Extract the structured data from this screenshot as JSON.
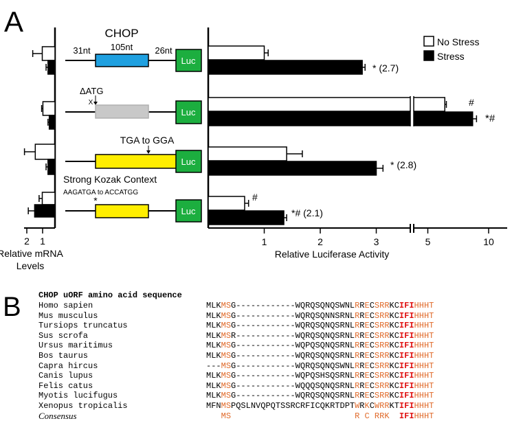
{
  "panel_a": {
    "label": "A",
    "constructs": [
      {
        "title": "CHOP",
        "len_31": "31nt",
        "len_105": "105nt",
        "len_26": "26nt",
        "reporter": "Luc"
      },
      {
        "annotation": "ΔATG",
        "mark": "X",
        "reporter": "Luc"
      },
      {
        "annotation": "TGA to GGA",
        "reporter": "Luc"
      },
      {
        "annotation": "Strong Kozak Context",
        "sub_annotation": "AAGATGA to ACCATGG",
        "star": "*",
        "reporter": "Luc"
      }
    ],
    "mrna_axis": {
      "label_line1": "Relative mRNA",
      "label_line2": "Levels",
      "ticks": [
        "2",
        "1"
      ]
    },
    "luciferase_axis": {
      "label": "Relative Luciferase Activity",
      "ticks": [
        "1",
        "2",
        "3",
        "5",
        "10"
      ]
    },
    "legend": {
      "no_stress": "No Stress",
      "stress": "Stress"
    },
    "annotations": {
      "row1_stress": "* (2.7)",
      "row2_nostress": "#",
      "row2_stress": "*#",
      "row3_stress": "* (2.8)",
      "row4_nostress": "#",
      "row4_stress": "*# (2.1)"
    },
    "colors": {
      "uorf_wt": "#1fa0e0",
      "uorf_datg": "#c8c8c8",
      "uorf_mut": "#ffee00",
      "luc": "#1cae3f",
      "accent_text": "#e06a2a",
      "accent_red": "#e01010"
    }
  },
  "chart_data": [
    {
      "type": "bar",
      "orientation": "horizontal",
      "xlabel": "Relative Luciferase Activity",
      "x_scale": "broken axis: linear 0-4 then compressed 4-10",
      "categories": [
        "CHOP",
        "ΔATG",
        "TGA to GGA",
        "Strong Kozak Context"
      ],
      "series": [
        {
          "name": "No Stress",
          "values": [
            1.0,
            6.1,
            1.4,
            0.65
          ],
          "errors": [
            0.07,
            0.1,
            0.28,
            0.07
          ]
        },
        {
          "name": "Stress",
          "values": [
            2.75,
            7.9,
            3.0,
            1.35
          ],
          "errors": [
            0.05,
            0.25,
            0.12,
            0.05
          ]
        }
      ],
      "legend": "top-right"
    },
    {
      "type": "bar",
      "orientation": "horizontal",
      "xlabel": "Relative mRNA Levels",
      "x_direction": "reversed",
      "categories": [
        "CHOP",
        "ΔATG",
        "TGA to GGA",
        "Strong Kozak Context"
      ],
      "series": [
        {
          "name": "No Stress",
          "values": [
            1.0,
            0.95,
            1.55,
            1.0
          ],
          "errors": [
            0.75,
            0.1,
            0.85,
            0.25
          ]
        },
        {
          "name": "Stress",
          "values": [
            0.55,
            0.45,
            0.55,
            1.6
          ],
          "errors": [
            0.15,
            0.1,
            0.15,
            0.5
          ]
        }
      ]
    }
  ],
  "panel_b": {
    "label": "B",
    "title": "CHOP uORF amino acid sequence",
    "rows": [
      {
        "species": "Homo sapien",
        "seq": "MLKMSG------------WQRQSQNQSWNLRRECSRRKCIFIHHHT",
        "italic": false
      },
      {
        "species": "Mus musculus",
        "seq": "MLKMSG------------WQRQSQNNSRNLRRECSRRKCIFIHHHT",
        "italic": false
      },
      {
        "species": "Tursiops truncatus",
        "seq": "MLKMSG------------WQRQSQNQSRNLRRECSRRKCIFIHHHT",
        "italic": false
      },
      {
        "species": "Sus scrofa",
        "seq": "MLKMSR------------WQRQSQNQSRNLRRECSRRKCIFIHHHT",
        "italic": false
      },
      {
        "species": "Ursus maritimus",
        "seq": "MLKMSG------------WQPQSQNQSRNLRRECSRRKCIFIHHHT",
        "italic": false
      },
      {
        "species": "Bos taurus",
        "seq": "MLKMSG------------WQRQSQNQSRNLRRECSRRKCIFIHHHT",
        "italic": false
      },
      {
        "species": "Capra hircus",
        "seq": "---MSG------------WQRQSQNQSWNLRRECSRRKCIFIHHHT",
        "italic": false
      },
      {
        "species": "Canis lupus",
        "seq": "MLKMSG------------WQPQSHSQSRNLRRECSRRKCIFIHHHT",
        "italic": false
      },
      {
        "species": "Felis catus",
        "seq": "MLKMSG------------WQQQSQNQSRNLRRECSRRKCIFIHHHT",
        "italic": false
      },
      {
        "species": "Myotis lucifugus",
        "seq": "MLKMSG------------WQRQSQNQSRNLRRECSRRKCIFIHHHT",
        "italic": false
      },
      {
        "species": "Xenopus tropicalis",
        "seq": "MFNMSPQSLNVQPQTSSRCRFICQKRTDPTWRKCWRRKTIFIHHHT",
        "italic": false
      },
      {
        "species": "Consensus",
        "seq": "   MS                         R C RRK  IFIHHHT",
        "italic": true
      }
    ],
    "highlight_positions": [
      3,
      4,
      30,
      32,
      34,
      35,
      36,
      39,
      40,
      41,
      42,
      43,
      44,
      45
    ],
    "strong_positions": [
      39,
      40,
      41
    ]
  }
}
